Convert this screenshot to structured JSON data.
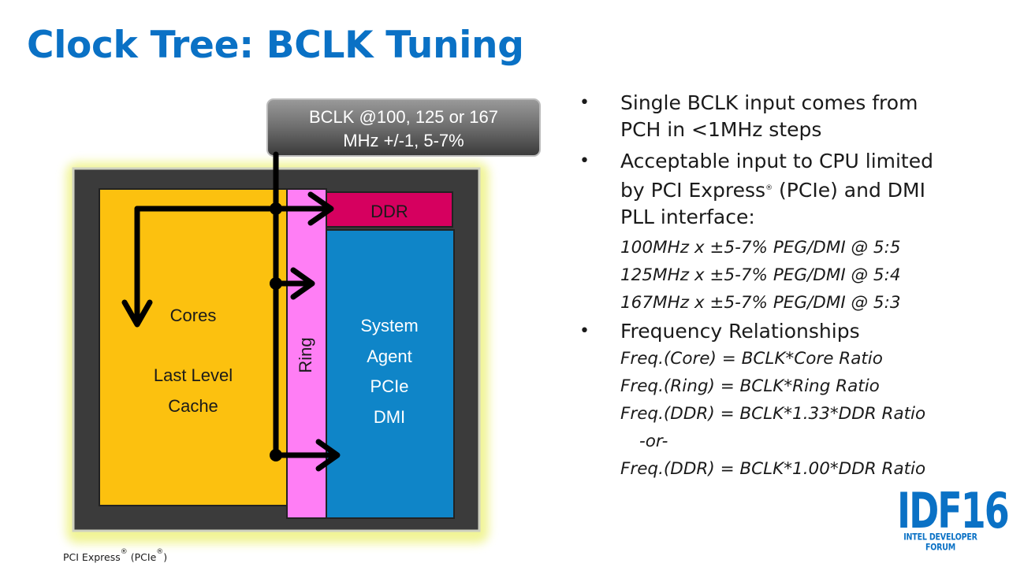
{
  "title": "Clock Tree: BCLK Tuning",
  "diagram": {
    "bclk_line1": "BCLK @100, 125 or 167",
    "bclk_line2": "MHz +/-1, 5-7%",
    "ddr": "DDR",
    "cores": "Cores",
    "llc_line1": "Last Level",
    "llc_line2": "Cache",
    "ring": "Ring",
    "sa_line1": "System",
    "sa_line2": "Agent",
    "sa_line3": "PCIe",
    "sa_line4": "DMI",
    "colors": {
      "core_block": "#fcc10f",
      "ring_block": "#ff7ef5",
      "ddr_block": "#d6005f",
      "sa_block": "#0f85c8",
      "chip_frame": "#3b3b3b",
      "glow": "#f3f59a"
    }
  },
  "bullets": {
    "b1_line1": "Single BCLK input comes from",
    "b1_line2": "PCH in <1MHz steps",
    "b2_line1": "Acceptable input to CPU limited",
    "b2_line2a": "by PCI Express",
    "b2_line2b": "(PCIe) and DMI",
    "b2_line3": "PLL interface:",
    "ratios": [
      "100MHz x ±5-7%  PEG/DMI @ 5:5",
      "125MHz x ±5-7%  PEG/DMI @ 5:4",
      "167MHz x ±5-7%  PEG/DMI @ 5:3"
    ],
    "b3": "Frequency Relationships",
    "freq": [
      "Freq.(Core) = BCLK*Core Ratio",
      "Freq.(Ring) = BCLK*Ring Ratio",
      "Freq.(DDR) = BCLK*1.33*DDR Ratio"
    ],
    "or": "-or-",
    "freq_last": "Freq.(DDR) = BCLK*1.00*DDR Ratio",
    "bullet_char": "•",
    "reg": "®"
  },
  "footnote_a": "PCI Express",
  "footnote_b": "(PCIe",
  "footnote_c": ")",
  "logo": {
    "main": "IDF16",
    "sub": "INTEL DEVELOPER FORUM"
  }
}
